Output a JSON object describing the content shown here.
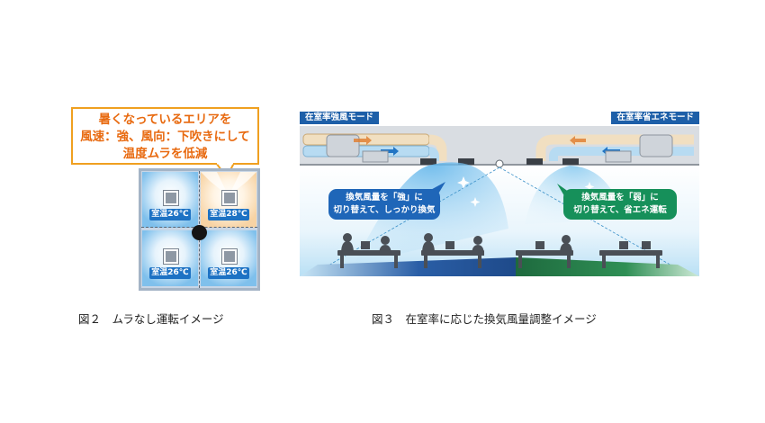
{
  "figure2": {
    "callout_lines": [
      "暑くなっているエリアを",
      "風速：強、風向：下吹きにして",
      "温度ムラを低減"
    ],
    "cells": [
      {
        "label": "室温26℃",
        "state": "normal"
      },
      {
        "label": "室温28℃",
        "state": "hot"
      },
      {
        "label": "室温26℃",
        "state": "normal"
      },
      {
        "label": "室温26℃",
        "state": "normal"
      }
    ],
    "caption": "図２　ムラなし運転イメージ"
  },
  "figure3": {
    "mode_left": "在室率強風モード",
    "mode_right": "在室率省エネモード",
    "bubble_left": [
      "換気風量を「強」に",
      "切り替えて、しっかり換気"
    ],
    "bubble_right": [
      "換気風量を「弱」に",
      "切り替えて、省エネ運転"
    ],
    "caption": "図３　在室率に応じた換気風量調整イメージ"
  },
  "colors": {
    "callout_text": "#e86a10",
    "callout_border": "#f0a020",
    "label_blue": "#1d72c4",
    "mode_blue": "#1d5fa8",
    "bubble_blue": "#1f66b8",
    "bubble_green": "#16905a",
    "floor_blue": "#1e4a8a",
    "floor_green": "#1e6a3e"
  }
}
